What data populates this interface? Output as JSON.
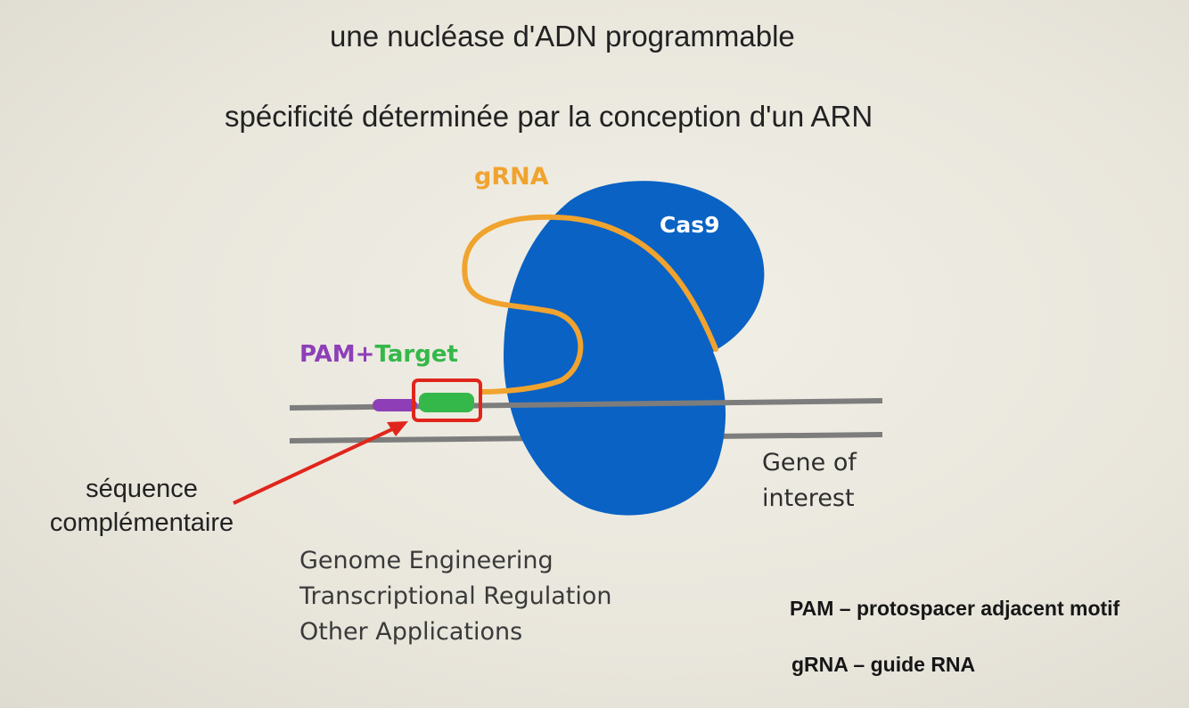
{
  "slide": {
    "title_line1": "une nucléase d'ADN programmable",
    "title_line2": "spécificité déterminée par la conception d'un ARN"
  },
  "diagram": {
    "grna_label": "gRNA",
    "cas9_label": "Cas9",
    "pam_label": "PAM",
    "plus_label": "+",
    "target_label": "Target",
    "gene_label_line1": "Gene of",
    "gene_label_line2": "interest",
    "complementary_line1": "séquence",
    "complementary_line2": "complémentaire",
    "applications": [
      "Genome Engineering",
      "Transcriptional Regulation",
      "Other Applications"
    ],
    "colors": {
      "cas9": "#0a62c4",
      "grna": "#f0a32e",
      "pam": "#8e3fb8",
      "target": "#35b84a",
      "highlight": "#e0261c",
      "dna": "#7d7d7d"
    }
  },
  "glossary": {
    "pam_definition": "PAM – protospacer adjacent motif",
    "grna_definition": "gRNA – guide RNA"
  }
}
